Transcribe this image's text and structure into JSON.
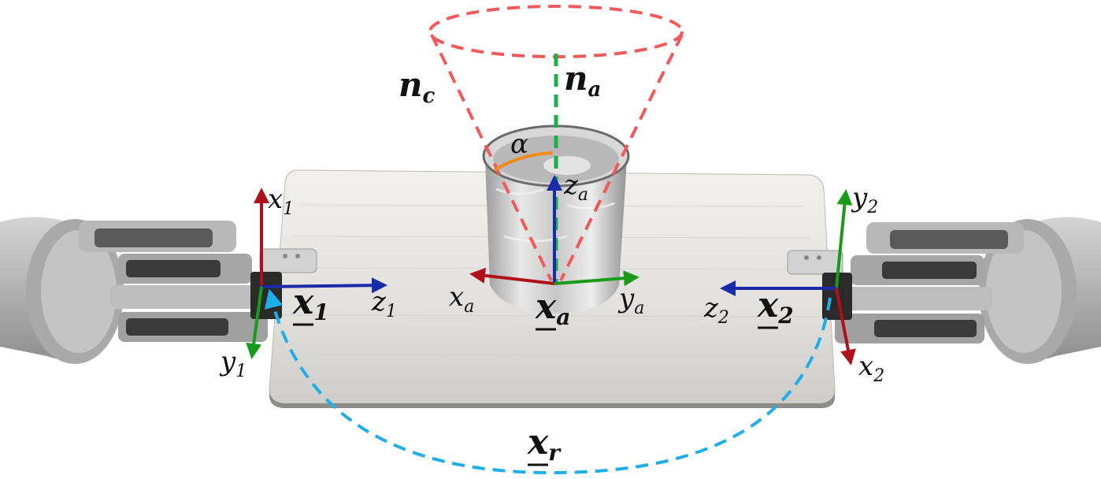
{
  "labels": {
    "n_c": {
      "main": "n",
      "sub": "c"
    },
    "n_a": {
      "main": "n",
      "sub": "a"
    },
    "alpha": "α",
    "z_a": {
      "main": "z",
      "sub": "a"
    },
    "x_a": {
      "main": "x",
      "sub": "a"
    },
    "y_a": {
      "main": "y",
      "sub": "a"
    },
    "pose_a": {
      "main": "x",
      "sub": "a"
    },
    "x1": {
      "main": "x",
      "sub": "1"
    },
    "y1": {
      "main": "y",
      "sub": "1"
    },
    "z1": {
      "main": "z",
      "sub": "1"
    },
    "pose_1": {
      "main": "x",
      "sub": "1"
    },
    "x2": {
      "main": "x",
      "sub": "2"
    },
    "y2": {
      "main": "y",
      "sub": "2"
    },
    "z2": {
      "main": "z",
      "sub": "2"
    },
    "pose_2": {
      "main": "x",
      "sub": "2"
    },
    "pose_r": {
      "main": "x",
      "sub": "r"
    }
  },
  "colors": {
    "cone": "#f05a5a",
    "normal": "#1fae4a",
    "relative": "#1faee8",
    "alpha_arc": "#f08a1a",
    "axis_x": "#b0101a",
    "axis_y": "#1a9a1a",
    "axis_z": "#1a2aa8"
  }
}
